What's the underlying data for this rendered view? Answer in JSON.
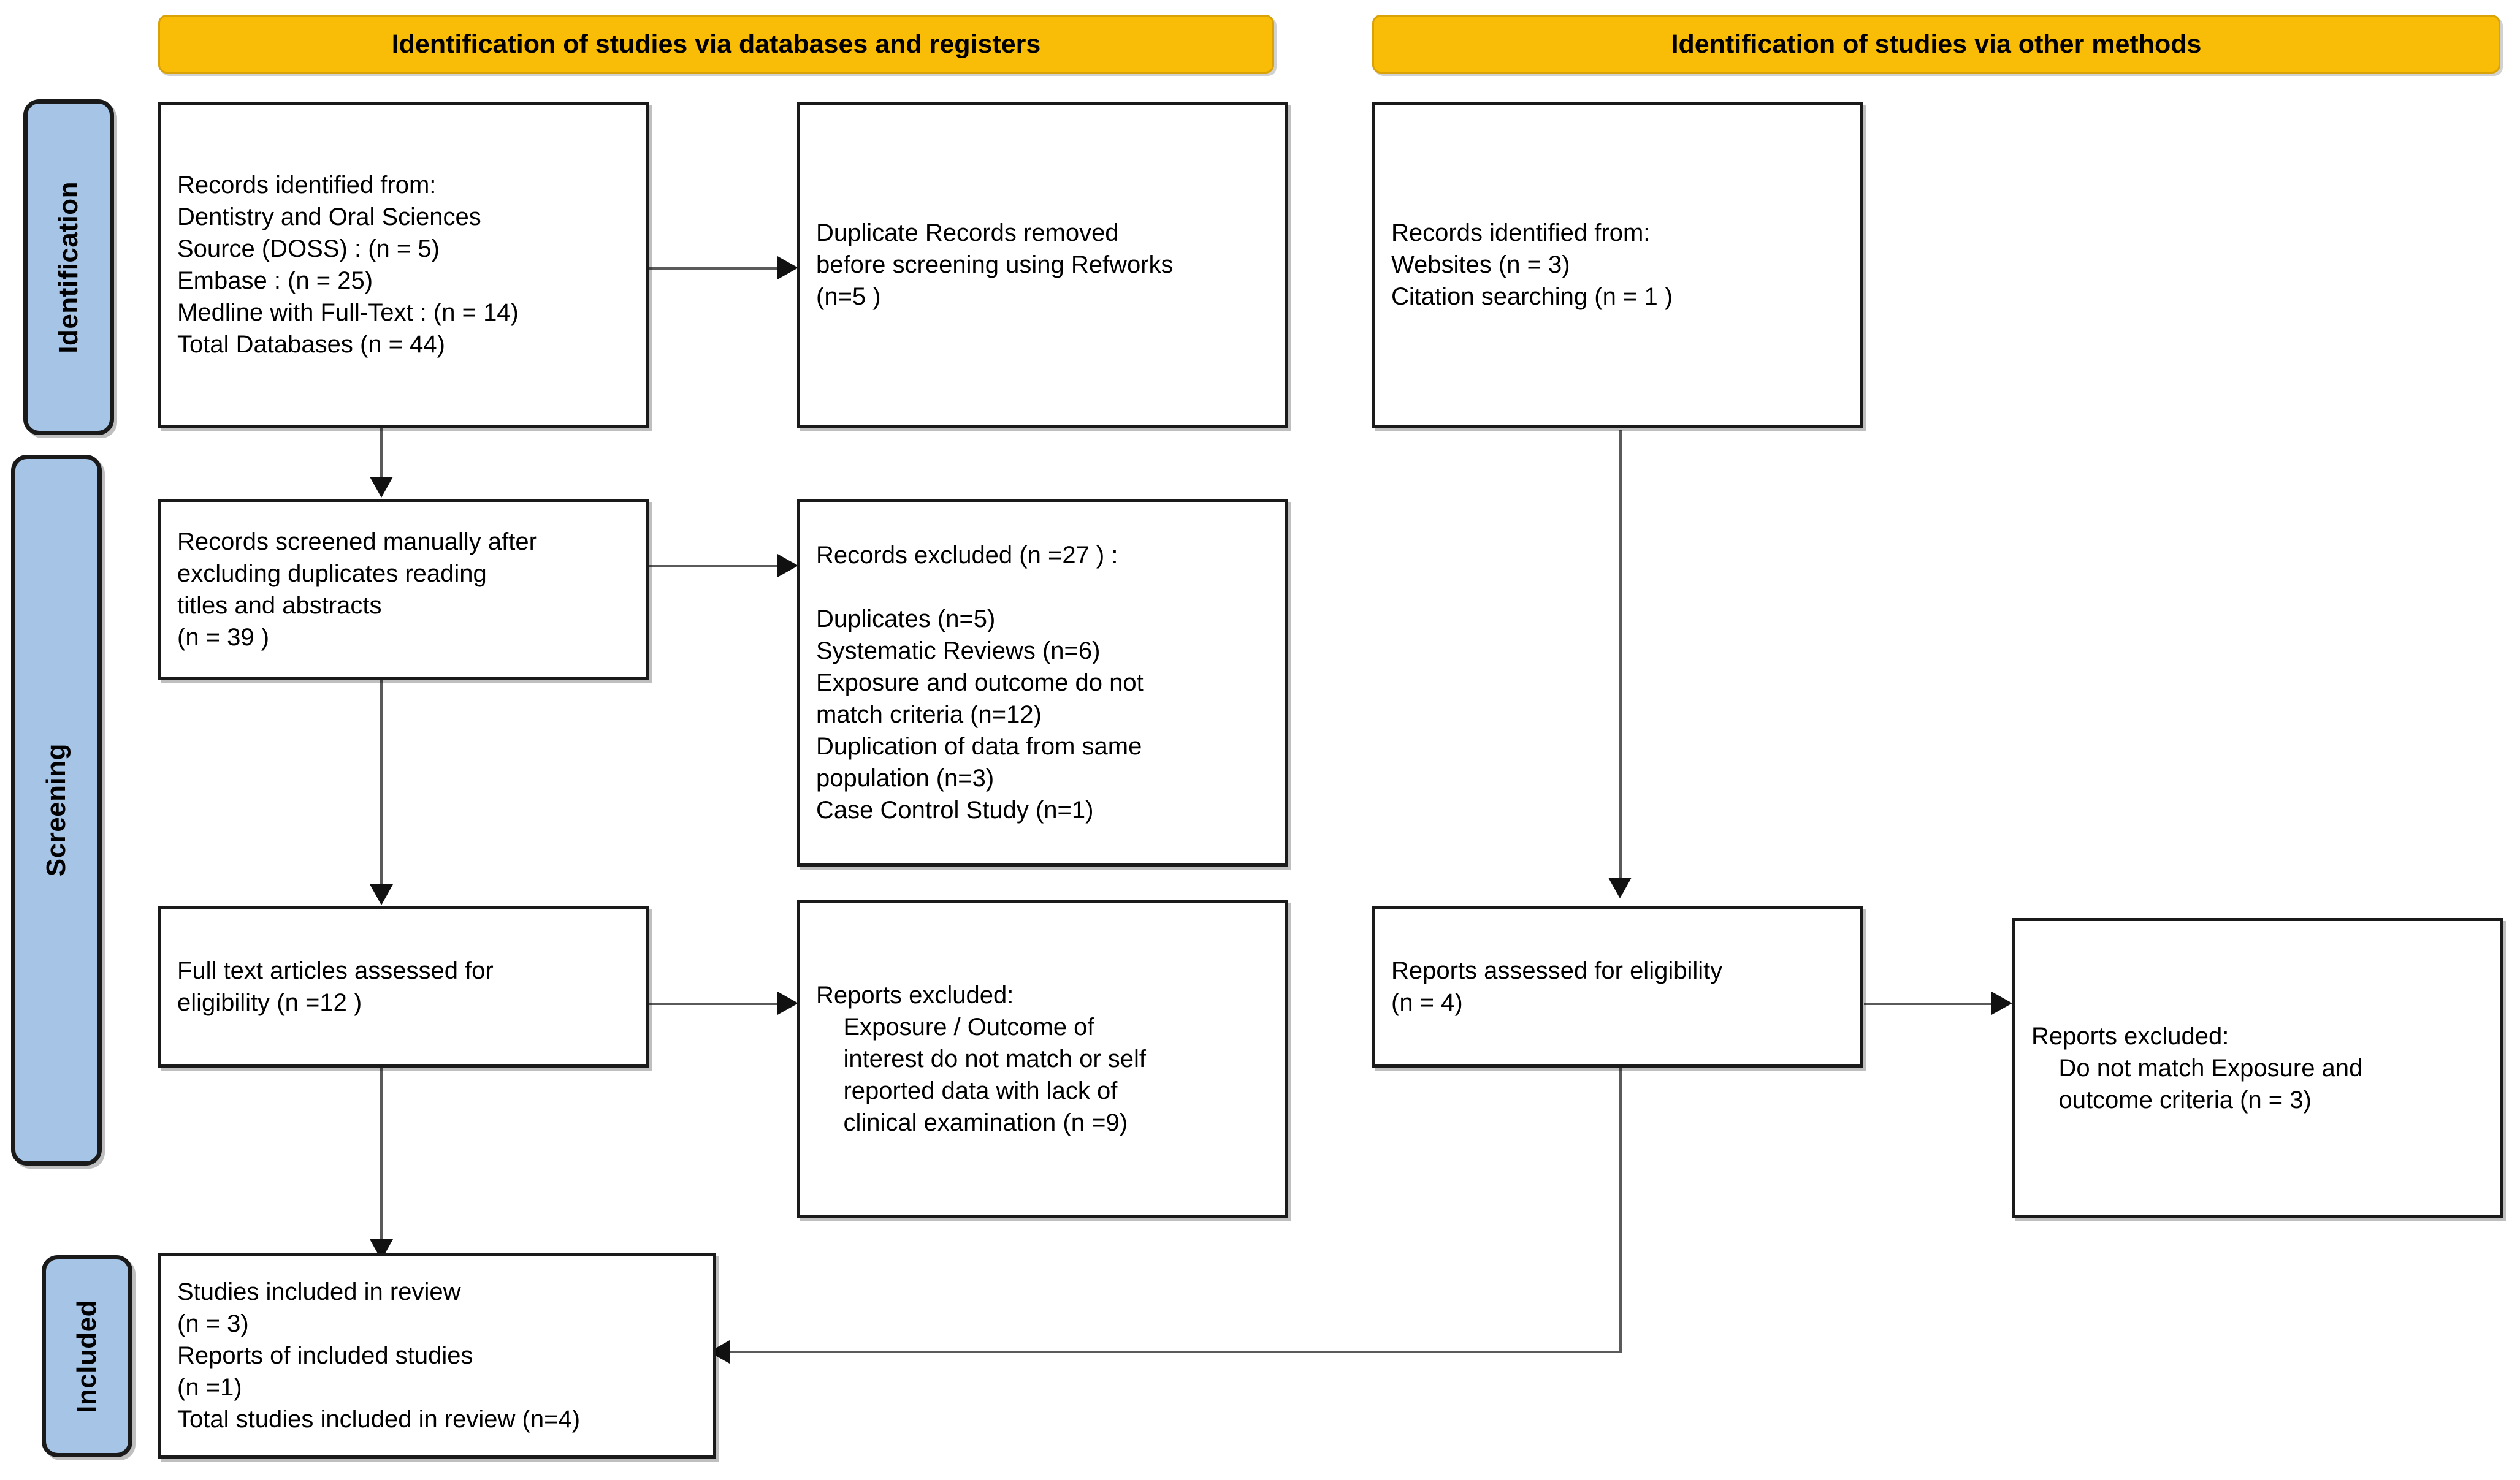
{
  "banners": {
    "left": "Identification of studies via databases and registers",
    "right": "Identification of studies via other methods"
  },
  "phases": [
    {
      "label": "Identification"
    },
    {
      "label": "Screening"
    },
    {
      "label": "Included"
    }
  ],
  "boxes": {
    "db_identified": "Records identified from:\nDentistry and Oral Sciences\nSource (DOSS) : (n = 5)\nEmbase : (n = 25)\nMedline with Full-Text : (n = 14)\nTotal Databases (n = 44)",
    "duplicates_removed": "Duplicate Records removed\nbefore screening using Refworks\n(n=5 )",
    "other_identified": "Records identified from:\nWebsites (n = 3)\nCitation searching (n = 1 )",
    "records_screened": "Records screened manually after\nexcluding duplicates reading\ntitles and abstracts\n(n = 39 )",
    "records_excluded": "Records excluded (n =27 ) :\n\nDuplicates (n=5)\nSystematic Reviews (n=6)\nExposure and outcome do not\nmatch criteria (n=12)\nDuplication of data from same\npopulation (n=3)\nCase Control Study (n=1)",
    "fulltext_assessed": "Full text articles assessed for\neligibility (n =12 )",
    "reports_excluded_left": "Reports excluded:\n    Exposure / Outcome of\n    interest do not match or self\n    reported data with lack of\n    clinical examination (n =9)",
    "reports_assessed_right": "Reports assessed for eligibility\n(n = 4)",
    "reports_excluded_right": "Reports excluded:\n    Do not match Exposure and\n    outcome criteria (n = 3)",
    "studies_included": "Studies included in review\n(n = 3)\nReports of included studies\n(n =1)\nTotal studies included in review (n=4)"
  },
  "colors": {
    "banner": "#F9BC07",
    "phase_bar": "#A5C4E6",
    "box_border": "#1a1a1a",
    "connector": "#5a5a5a"
  },
  "chart_data": {
    "type": "diagram",
    "title": "PRISMA 2020 flow diagram for new systematic reviews",
    "nodes": [
      {
        "id": "db_identified",
        "phase": "Identification",
        "column": "databases",
        "counts": {
          "DOSS": 5,
          "Embase": 25,
          "Medline with Full-Text": 14,
          "Total Databases": 44
        }
      },
      {
        "id": "duplicates_removed",
        "phase": "Identification",
        "column": "databases-exclusion",
        "counts": {
          "duplicates_removed": 5
        }
      },
      {
        "id": "other_identified",
        "phase": "Identification",
        "column": "other-methods",
        "counts": {
          "Websites": 3,
          "Citation searching": 1
        }
      },
      {
        "id": "records_screened",
        "phase": "Screening",
        "column": "databases",
        "counts": {
          "screened": 39
        }
      },
      {
        "id": "records_excluded",
        "phase": "Screening",
        "column": "databases-exclusion",
        "counts": {
          "total_excluded": 27,
          "Duplicates": 5,
          "Systematic Reviews": 6,
          "Exposure and outcome do not match criteria": 12,
          "Duplication of data from same population": 3,
          "Case Control Study": 1
        }
      },
      {
        "id": "fulltext_assessed",
        "phase": "Screening",
        "column": "databases",
        "counts": {
          "assessed": 12
        }
      },
      {
        "id": "reports_excluded_left",
        "phase": "Screening",
        "column": "databases-exclusion",
        "counts": {
          "excluded": 9
        }
      },
      {
        "id": "reports_assessed_right",
        "phase": "Screening",
        "column": "other-methods",
        "counts": {
          "assessed": 4
        }
      },
      {
        "id": "reports_excluded_right",
        "phase": "Screening",
        "column": "other-methods-exclusion",
        "counts": {
          "excluded": 3
        }
      },
      {
        "id": "studies_included",
        "phase": "Included",
        "column": "databases",
        "counts": {
          "studies_included_in_review": 3,
          "reports_of_included_studies": 1,
          "total_studies_included_in_review": 4
        }
      }
    ],
    "edges": [
      {
        "from": "db_identified",
        "to": "duplicates_removed",
        "direction": "right"
      },
      {
        "from": "db_identified",
        "to": "records_screened",
        "direction": "down"
      },
      {
        "from": "records_screened",
        "to": "records_excluded",
        "direction": "right"
      },
      {
        "from": "records_screened",
        "to": "fulltext_assessed",
        "direction": "down"
      },
      {
        "from": "fulltext_assessed",
        "to": "reports_excluded_left",
        "direction": "right"
      },
      {
        "from": "fulltext_assessed",
        "to": "studies_included",
        "direction": "down"
      },
      {
        "from": "other_identified",
        "to": "reports_assessed_right",
        "direction": "down"
      },
      {
        "from": "reports_assessed_right",
        "to": "reports_excluded_right",
        "direction": "right"
      },
      {
        "from": "reports_assessed_right",
        "to": "studies_included",
        "direction": "elbow-down-left"
      }
    ]
  }
}
